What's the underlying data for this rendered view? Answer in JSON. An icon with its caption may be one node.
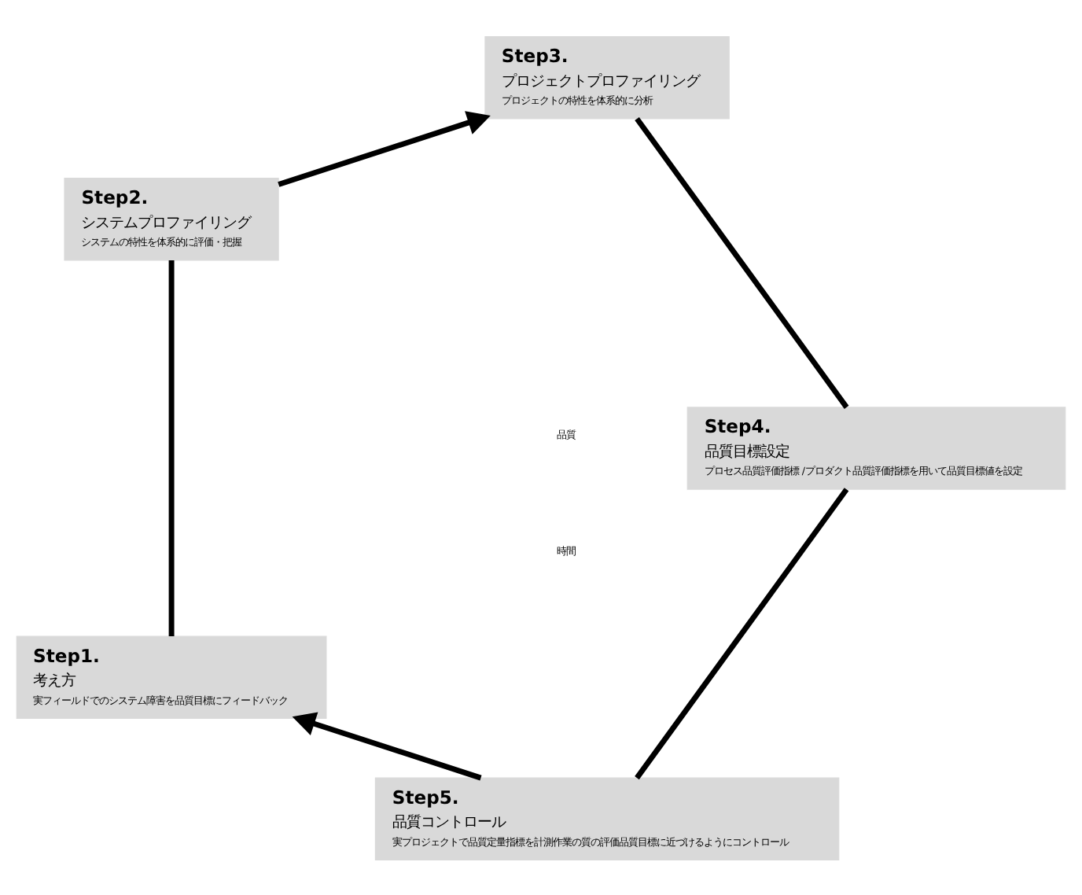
{
  "diagram": {
    "nodes": [
      {
        "text": [
          "Step1.",
          "考え方",
          "実フィールドでのシステム障害を品質目標にフィードバック"
        ]
      },
      {
        "text": [
          "Step2.",
          "システムプロファイリング",
          "システムの特性を体系的に評価・把握"
        ]
      },
      {
        "text": [
          "Step3.",
          "プロジェクトプロファイリング",
          "プロジェクトの特性を体系的に分析"
        ]
      },
      {
        "text": [
          "Step4.",
          "品質目標設定",
          "プロセス品質評価指標 /プロダクト品質評価指標を用いて品質目標値を設定"
        ]
      },
      {
        "text": [
          "Step5.",
          "品質コントロール",
          "実プロジェクトで品質定量指標を計測作業の質の評価品質目標に近づけるようにコントロール"
        ]
      }
    ],
    "edges": [
      {
        "from": 0,
        "to": 1,
        "arrow": "none"
      },
      {
        "from": 1,
        "to": 2,
        "arrow": "to"
      },
      {
        "from": 2,
        "to": 3,
        "arrow": "none"
      },
      {
        "from": 3,
        "to": 4,
        "arrow": "none"
      },
      {
        "from": 4,
        "to": 0,
        "arrow": "to"
      }
    ],
    "labels": [
      "品質",
      "時間"
    ]
  }
}
